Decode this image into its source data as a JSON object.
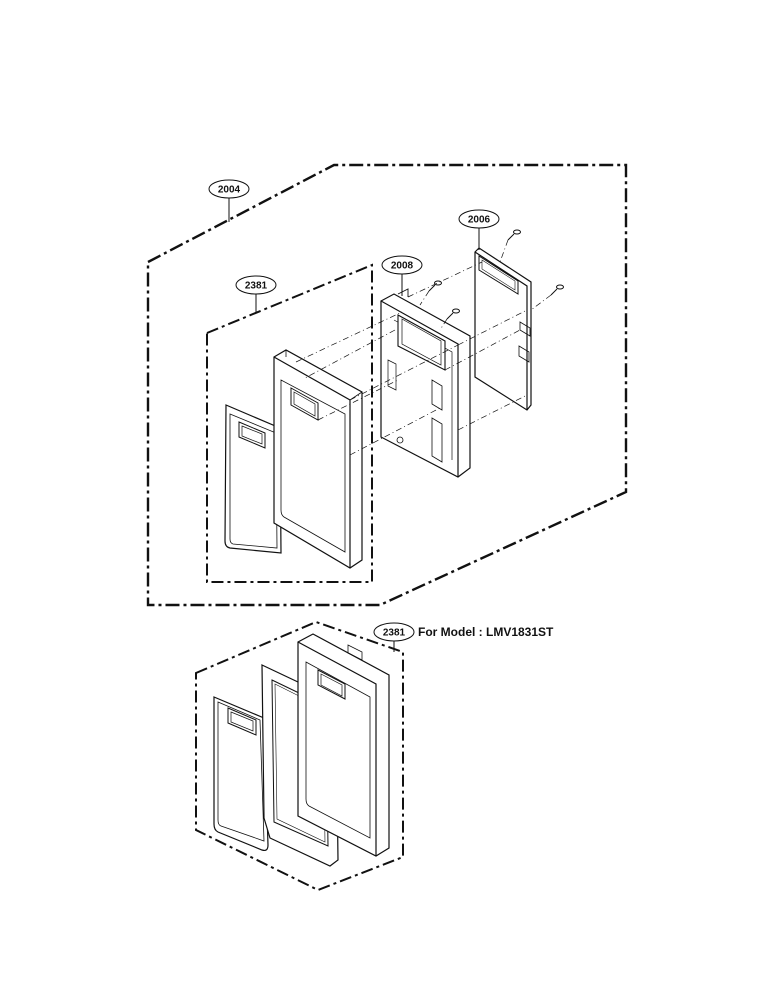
{
  "callouts": {
    "assembly_2004": "2004",
    "control_pwb_2006": "2006",
    "panel_frame_2008": "2008",
    "panel_2381": "2381",
    "panel_2381_alt": "2381"
  },
  "model_note": "For Model : LMV1831ST"
}
